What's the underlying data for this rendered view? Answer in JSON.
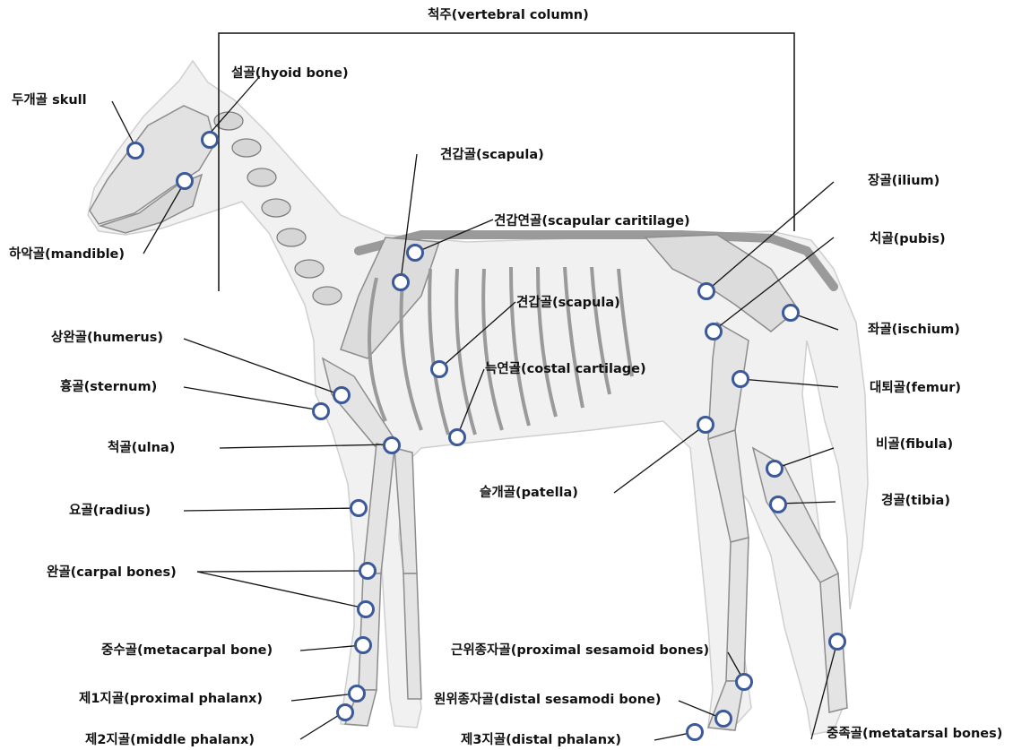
{
  "title": "척주(vertebral column)",
  "colors": {
    "marker_stroke": "#3c5a9a",
    "leader_line": "#111111",
    "silhouette_fill": "#f1f1f1",
    "bone_fill": "#e2e2e2",
    "bone_stroke": "#8c8c8c",
    "label_text": "#111111"
  },
  "labels": {
    "skull": "두개골 skull",
    "hyoid": "설골(hyoid bone)",
    "mandible": "하악골(mandible)",
    "scapula_top": "견갑골(scapula)",
    "scapular_cartilage": "견갑연골(scapular caritilage)",
    "scapula_mid": "견갑골(scapula)",
    "costal_cartilage": "늑연골(costal cartilage)",
    "humerus": "상완골(humerus)",
    "sternum": "흉골(sternum)",
    "ulna": "척골(ulna)",
    "radius": "요골(radius)",
    "carpal": "완골(carpal bones)",
    "metacarpal": "중수골(metacarpal bone)",
    "proximal_phalanx": "제1지골(proximal phalanx)",
    "middle_phalanx": "제2지골(middle phalanx)",
    "patella": "슬개골(patella)",
    "proximal_sesamoid": "근위종자골(proximal sesamoid bones)",
    "distal_sesamoid": "원위종자골(distal sesamodi bone)",
    "distal_phalanx": "제3지골(distal phalanx)",
    "ilium": "장골(ilium)",
    "pubis": "치골(pubis)",
    "ischium": "좌골(ischium)",
    "femur": "대퇴골(femur)",
    "fibula": "비골(fibula)",
    "tibia": "경골(tibia)",
    "metatarsal": "중족골(metatarsal bones)"
  }
}
